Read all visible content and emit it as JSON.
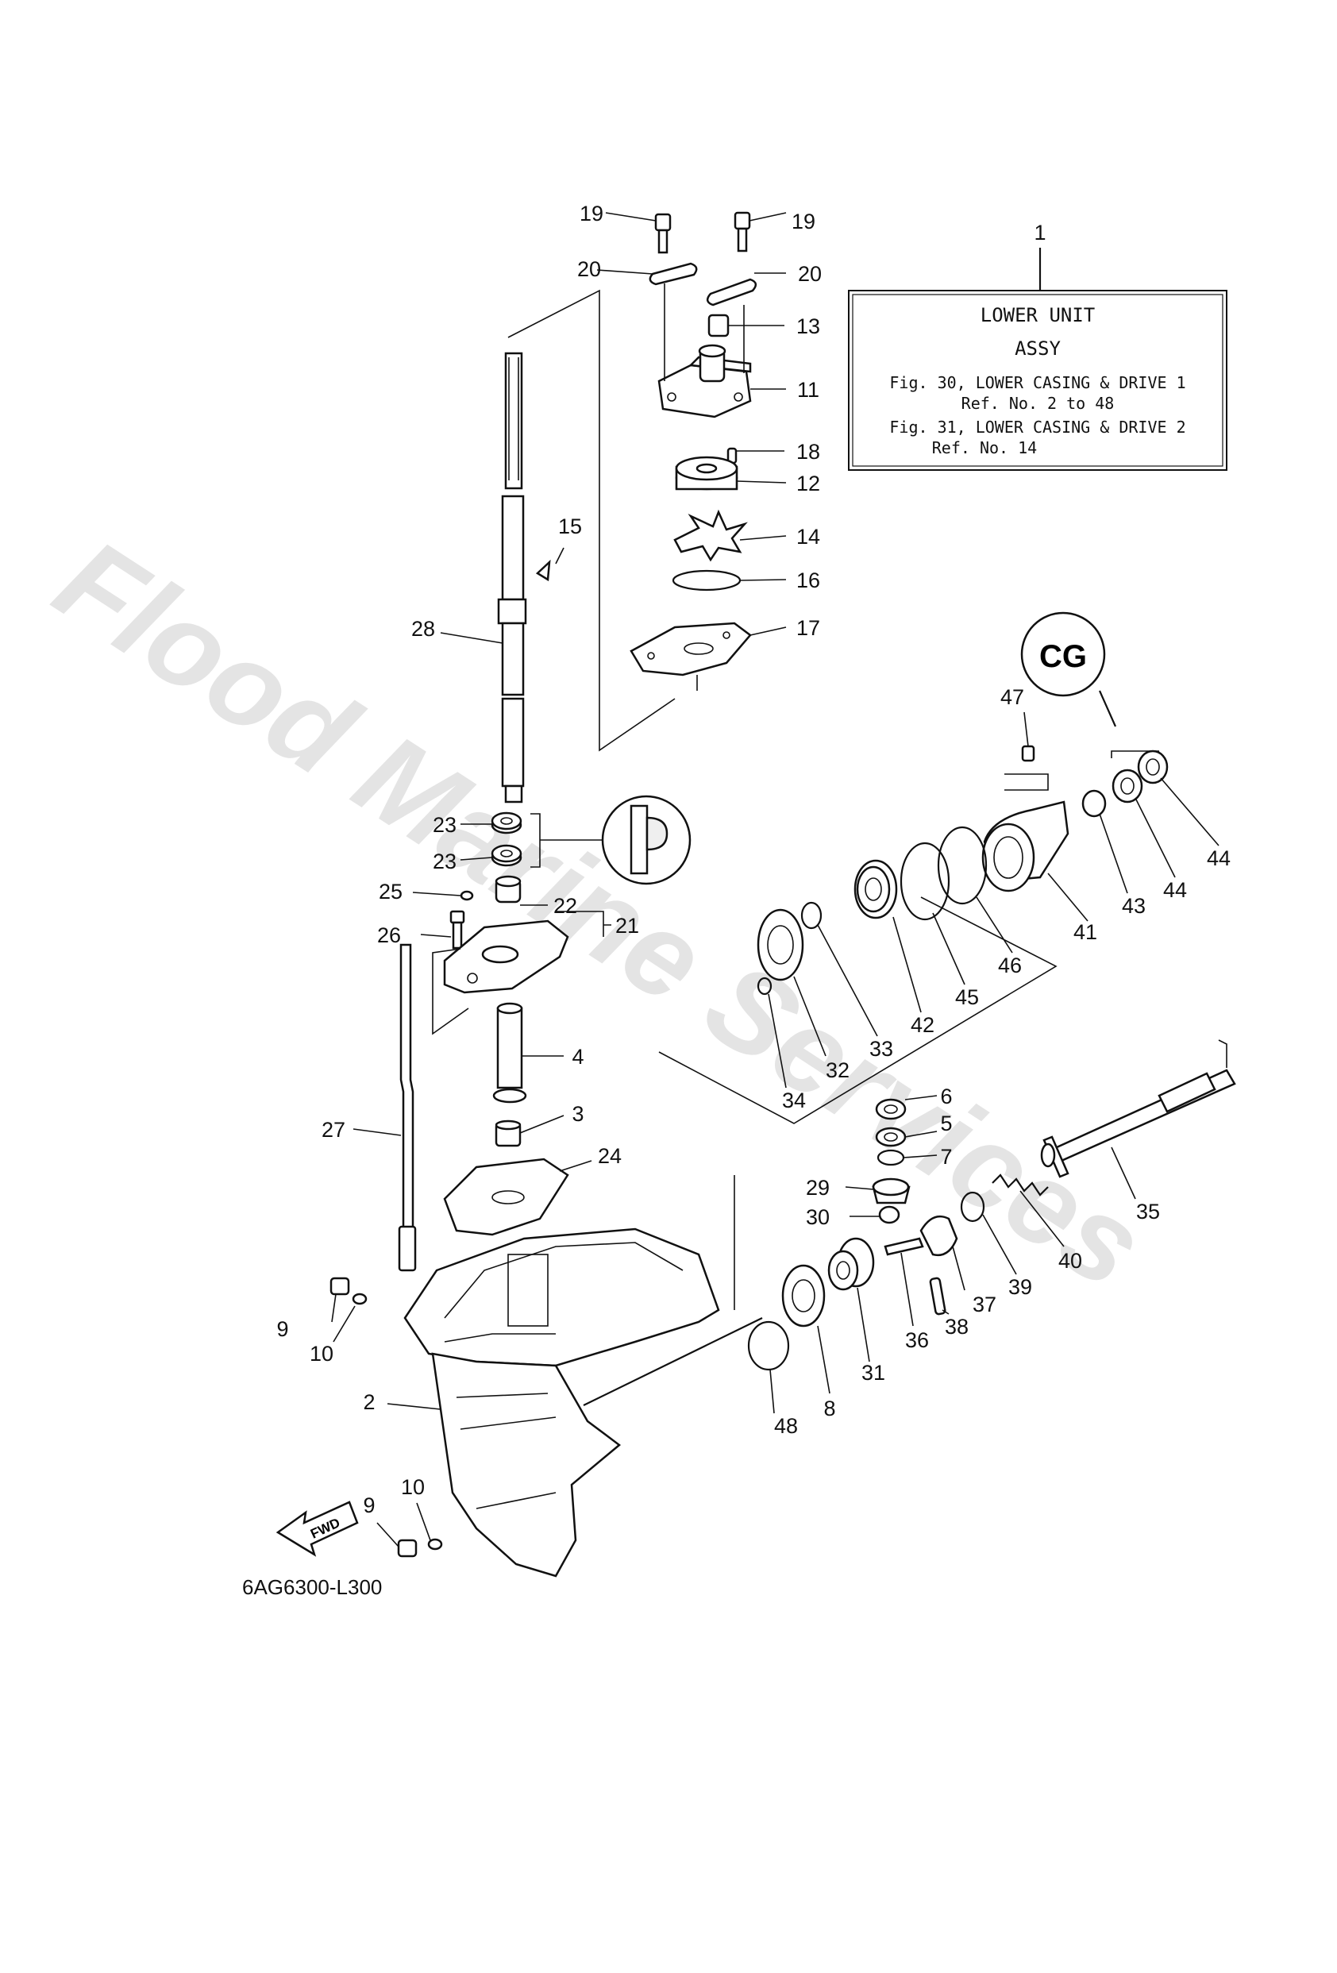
{
  "watermark": "Flood Marine Services",
  "diagram_code": "6AG6300-L300",
  "fwd_label": "FWD",
  "assy_box": {
    "ref_number": "1",
    "line1": "LOWER UNIT",
    "line2": "ASSY",
    "line3": "Fig. 30, LOWER CASING & DRIVE 1",
    "line4": "Ref. No. 2 to 48",
    "line5": "Fig. 31, LOWER CASING & DRIVE 2",
    "line6": "Ref. No. 14"
  },
  "callouts": {
    "c19a": "19",
    "c19b": "19",
    "c20a": "20",
    "c20b": "20",
    "c13": "13",
    "c11": "11",
    "c18": "18",
    "c12": "12",
    "c14": "14",
    "c15": "15",
    "c16": "16",
    "c17": "17",
    "c28": "28",
    "c47": "47",
    "c23a": "23",
    "c23b": "23",
    "c25": "25",
    "c22": "22",
    "c21": "21",
    "c26": "26",
    "c44a": "44",
    "c44b": "44",
    "c43": "43",
    "c41": "41",
    "c46": "46",
    "c45": "45",
    "c42": "42",
    "c33": "33",
    "c32": "32",
    "c34": "34",
    "c4": "4",
    "c6": "6",
    "c5": "5",
    "c7": "7",
    "c3": "3",
    "c27": "27",
    "c24": "24",
    "c29": "29",
    "c30": "30",
    "c35": "35",
    "c40": "40",
    "c39": "39",
    "c37": "37",
    "c38": "38",
    "c36": "36",
    "c9a": "9",
    "c10a": "10",
    "c31": "31",
    "c8": "8",
    "c48": "48",
    "c2": "2",
    "c10b": "10",
    "c9b": "9"
  }
}
